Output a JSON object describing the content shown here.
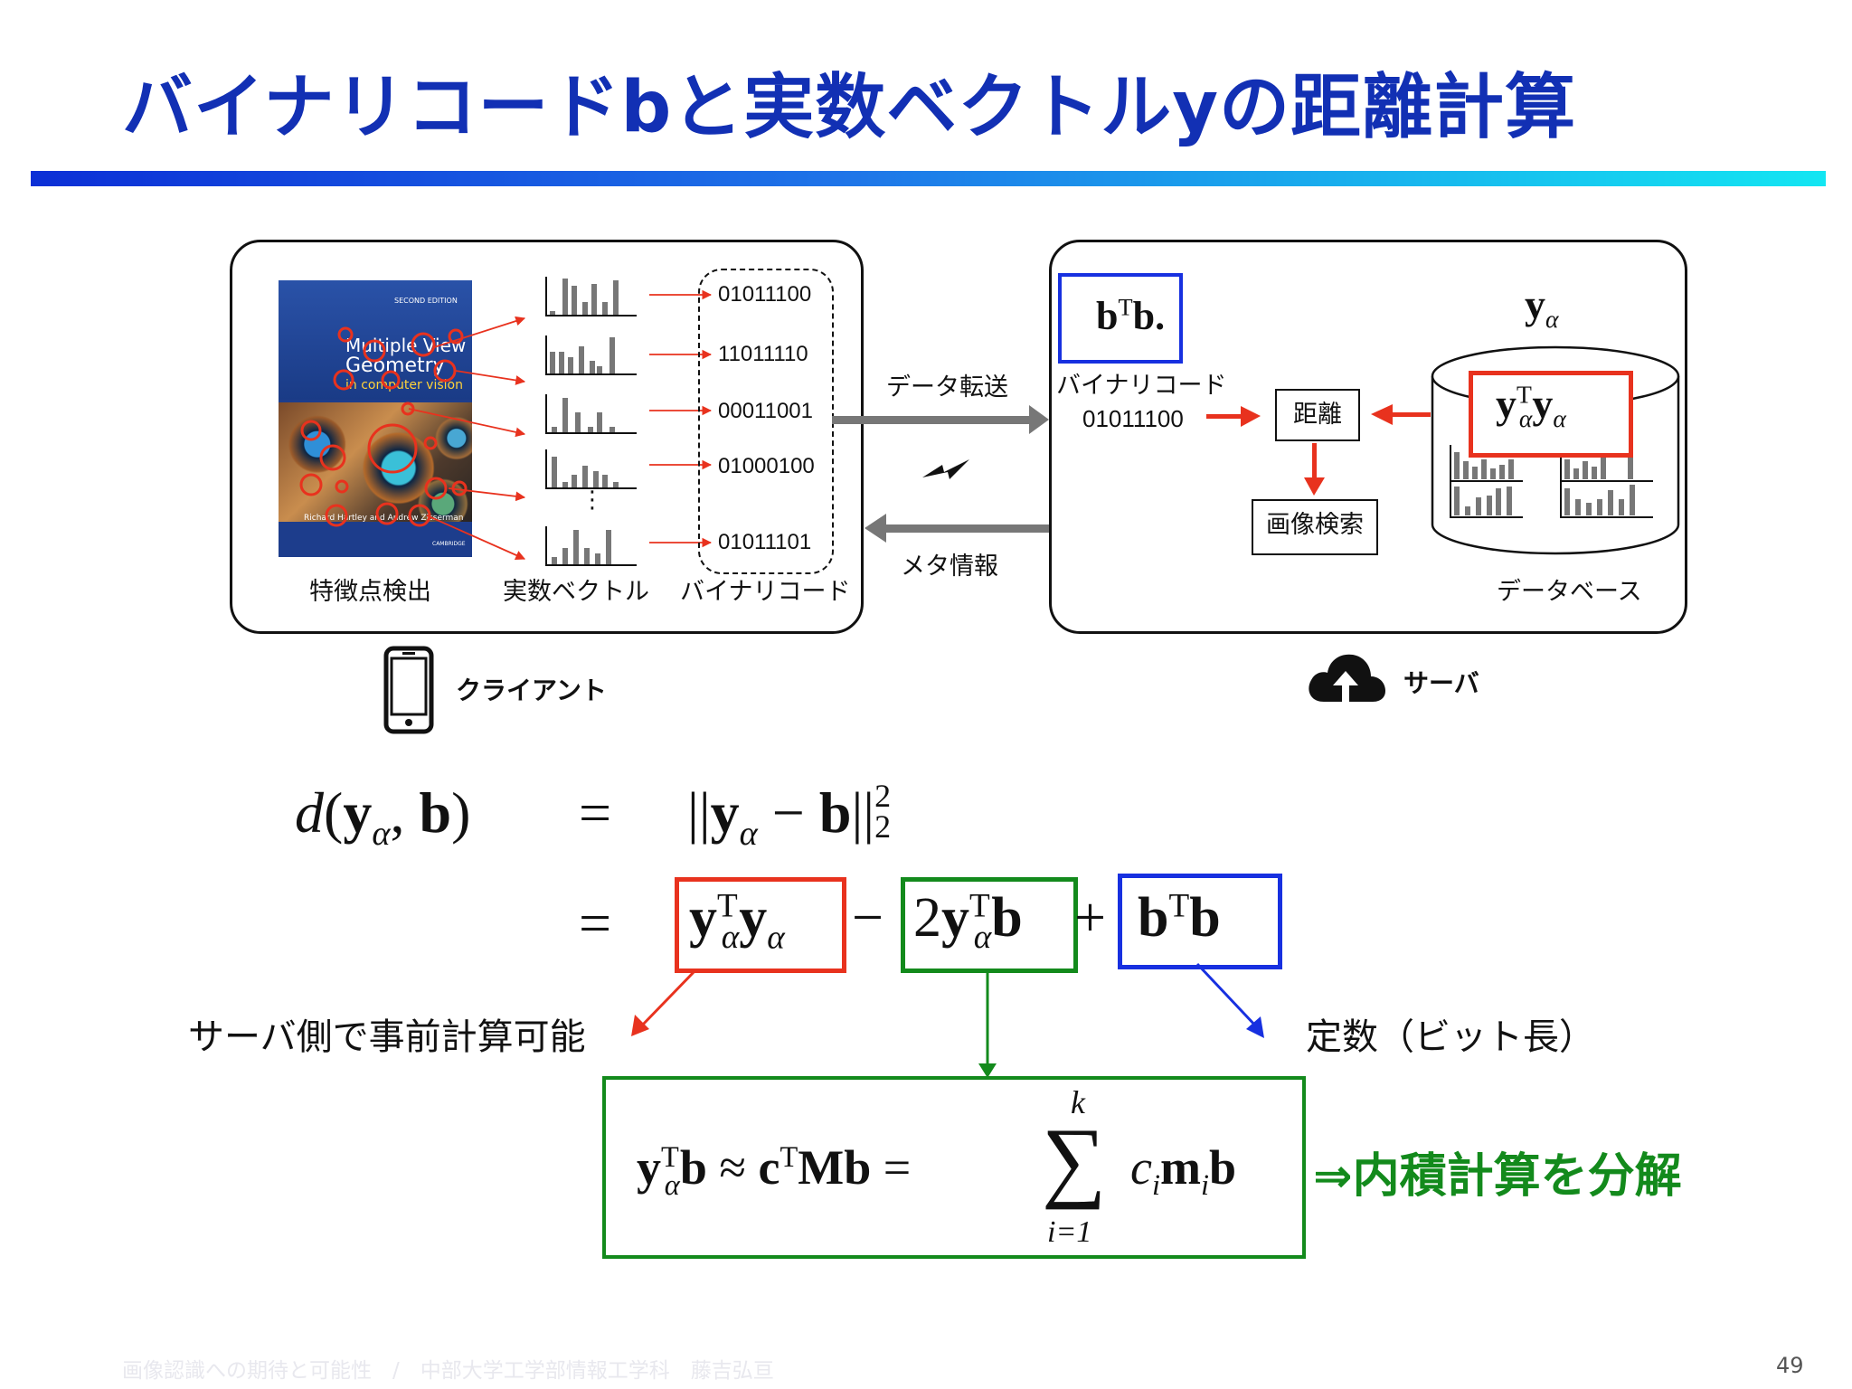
{
  "slide": {
    "title": "バイナリコードbと実数ベクトルyの距離計算",
    "page_number": "49",
    "footer": "画像認識への期待と可能性　/　中部大学工学部情報工学科　藤吉弘亘"
  },
  "client_panel": {
    "book": {
      "edition": "SECOND EDITION",
      "title_line1": "Multiple View",
      "title_line2": "Geometry",
      "title_line3": "in computer vision",
      "authors": "Richard Hartley and Andrew Zisserman",
      "publisher": "CAMBRIDGE"
    },
    "binary_codes": [
      "01011100",
      "11011110",
      "00011001",
      "01000100",
      "01011101"
    ],
    "vdots": "⋮",
    "label_features": "特徴点検出",
    "label_vectors": "実数ベクトル",
    "label_binary": "バイナリコード",
    "caption": "クライアント"
  },
  "transfer": {
    "data_transfer": "データ転送",
    "meta_info": "メタ情報"
  },
  "server_panel": {
    "btb": "bᵀb",
    "binary_label": "バイナリコード",
    "binary_value": "01011100",
    "distance": "距離",
    "image_search": "画像検索",
    "y_alpha": "yα",
    "yty": "yαᵀyα",
    "database": "データベース",
    "caption": "サーバ"
  },
  "equation": {
    "lhs": "d(yα, b)",
    "eq": "=",
    "rhs1": "||yα − b||²₂",
    "term_red": "yαᵀyα",
    "minus": "−",
    "term_green": "2yαᵀb",
    "plus": "+",
    "term_blue": "bᵀb"
  },
  "notes": {
    "server_precompute": "サーバ側で事前計算可能",
    "constant": "定数（ビット長）",
    "decompose": "⇒内積計算を分解"
  },
  "approx": {
    "lhs": "yαᵀb ≈ cᵀMb =",
    "sum_top": "k",
    "sum_bottom": "i=1",
    "summand": "cᵢmᵢb"
  },
  "colors": {
    "title": "#1230b4",
    "red": "#e8321e",
    "green": "#138a1c",
    "blue": "#1730e0"
  },
  "icons": [
    "smartphone-icon",
    "cloud-upload-icon",
    "lightning-icon",
    "arrow-icon"
  ]
}
